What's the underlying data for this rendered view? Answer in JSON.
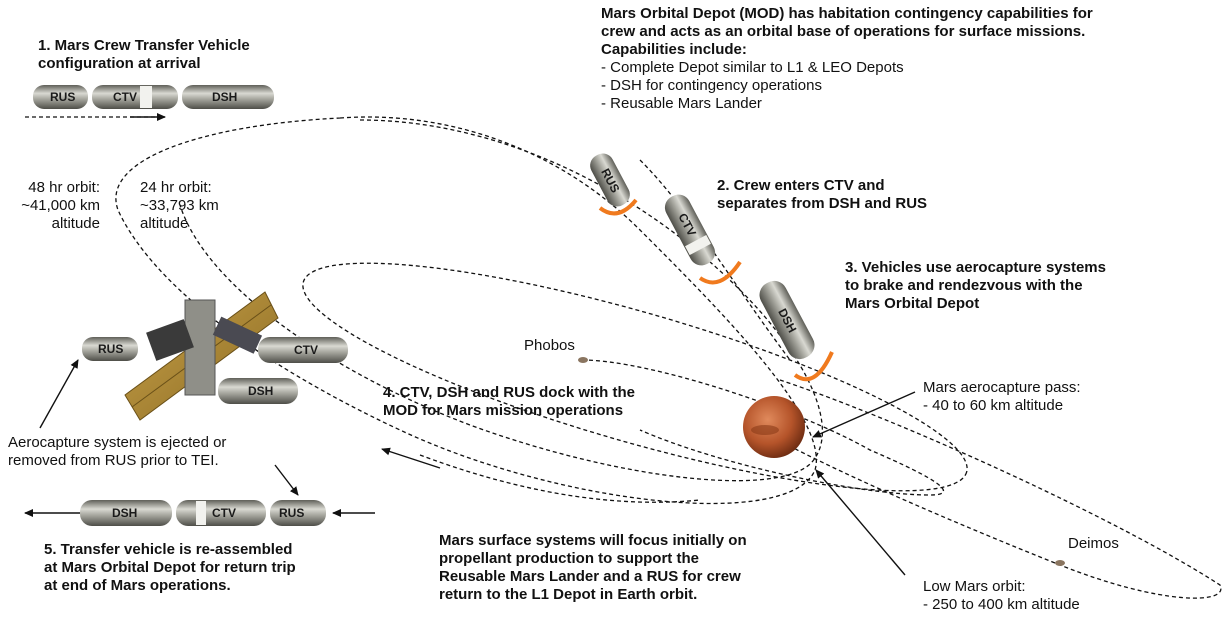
{
  "step1": {
    "line1": "1. Mars Crew Transfer Vehicle",
    "line2": "configuration at arrival"
  },
  "mod": {
    "line1": "Mars Orbital Depot (MOD) has habitation contingency capabilities for",
    "line2": "crew and acts as an orbital base of operations for surface missions.",
    "line3": "Capabilities  include:",
    "items": [
      "- Complete Depot similar to L1 & LEO Depots",
      "- DSH for contingency operations",
      "- Reusable Mars Lander"
    ]
  },
  "orbit48": {
    "line1": "48 hr orbit:",
    "line2": "~41,000 km",
    "line3": "altitude"
  },
  "orbit24": {
    "line1": "24 hr orbit:",
    "line2": "~33,793 km",
    "line3": "altitude"
  },
  "step2": {
    "line1": "2. Crew enters CTV and",
    "line2": "separates from DSH and RUS"
  },
  "step3": {
    "line1": "3. Vehicles use aerocapture systems",
    "line2": "to brake and rendezvous with the",
    "line3": "Mars Orbital Depot"
  },
  "phobos": "Phobos",
  "deimos": "Deimos",
  "step4": {
    "line1": "4. CTV, DSH and RUS dock with the",
    "line2": "MOD for Mars mission operations"
  },
  "aero_pass": {
    "line1": "Mars aerocapture pass:",
    "line2": "- 40 to 60 km altitude"
  },
  "ejected": {
    "line1": "Aerocapture system is ejected or",
    "line2": "removed from RUS prior to TEI."
  },
  "step5": {
    "line1": "5. Transfer vehicle is re-assembled",
    "line2": "at Mars Orbital Depot for return trip",
    "line3": "at end of Mars operations."
  },
  "surface": {
    "line1": "Mars surface systems will focus initially on",
    "line2": "propellant production to support the",
    "line3": "Reusable Mars Lander and a RUS for crew",
    "line4": "return to the L1 Depot in Earth orbit."
  },
  "low_orbit": {
    "line1": "Low Mars orbit:",
    "line2": "- 250 to 400 km altitude"
  },
  "vehicles": {
    "rus": "RUS",
    "ctv": "CTV",
    "dsh": "DSH"
  },
  "colors": {
    "mars": "#b5542a",
    "heat_shield": "#f07a1e",
    "solar_panel": "#b38a2e",
    "vehicle_body": "#8a8a82"
  }
}
